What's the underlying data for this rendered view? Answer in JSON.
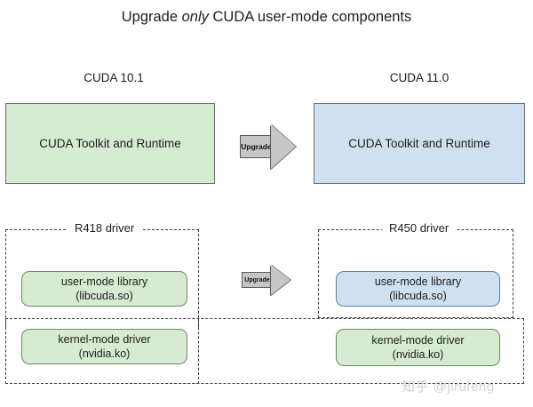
{
  "title": {
    "prefix": "Upgrade ",
    "emphasis": "only",
    "suffix": " CUDA user-mode components"
  },
  "columns": {
    "left_header": "CUDA 10.1",
    "right_header": "CUDA 11.0"
  },
  "toolkit": {
    "old_label": "CUDA Toolkit and Runtime",
    "new_label": "CUDA Toolkit and Runtime",
    "old_color": "#d6ebd1",
    "new_color": "#cfe0f0"
  },
  "drivers": {
    "old_group_label": "R418 driver",
    "new_group_label": "R450 driver",
    "old_user_mode": {
      "line1": "user-mode library",
      "line2": "(libcuda.so)",
      "color": "#d6ebd1"
    },
    "new_user_mode": {
      "line1": "user-mode library",
      "line2": "(libcuda.so)",
      "color": "#cfe0f0"
    },
    "old_kernel_mode": {
      "line1": "kernel-mode driver",
      "line2": "(nvidia.ko)",
      "color": "#d6ebd1"
    },
    "new_kernel_mode": {
      "line1": "kernel-mode driver",
      "line2": "(nvidia.ko)",
      "color": "#d6ebd1"
    }
  },
  "arrows": {
    "top_label": "Upgrade",
    "middle_label": "Upgrade",
    "color": "#c6c6c6"
  },
  "watermark": "知乎 @jirufeng"
}
